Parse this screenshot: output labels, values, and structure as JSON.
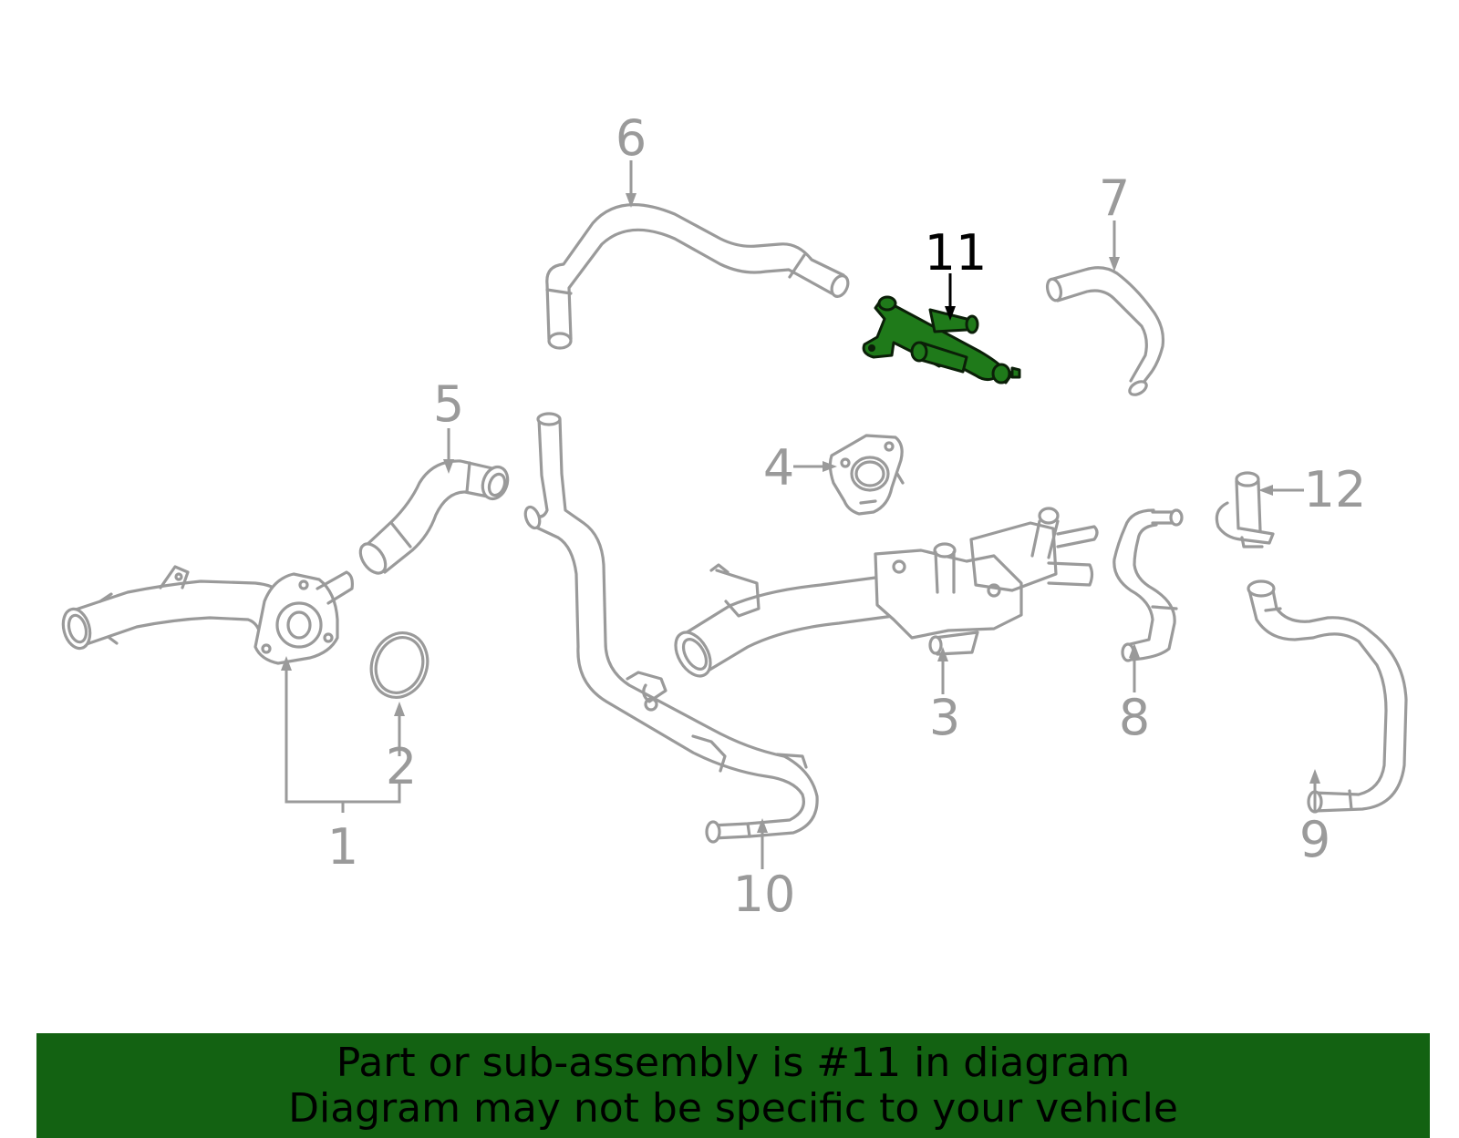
{
  "diagram": {
    "highlight_color": "#1f7a1a",
    "part_stroke_color": "#9a9a9a",
    "callouts": [
      {
        "id": "1",
        "label": "1"
      },
      {
        "id": "2",
        "label": "2"
      },
      {
        "id": "3",
        "label": "3"
      },
      {
        "id": "4",
        "label": "4"
      },
      {
        "id": "5",
        "label": "5"
      },
      {
        "id": "6",
        "label": "6"
      },
      {
        "id": "7",
        "label": "7"
      },
      {
        "id": "8",
        "label": "8"
      },
      {
        "id": "9",
        "label": "9"
      },
      {
        "id": "10",
        "label": "10"
      },
      {
        "id": "11",
        "label": "11",
        "highlighted": true
      },
      {
        "id": "12",
        "label": "12"
      }
    ]
  },
  "banner": {
    "background_color": "#136212",
    "line1": "Part or sub-assembly is #11 in diagram",
    "line2": "Diagram may not be specific to your vehicle"
  }
}
